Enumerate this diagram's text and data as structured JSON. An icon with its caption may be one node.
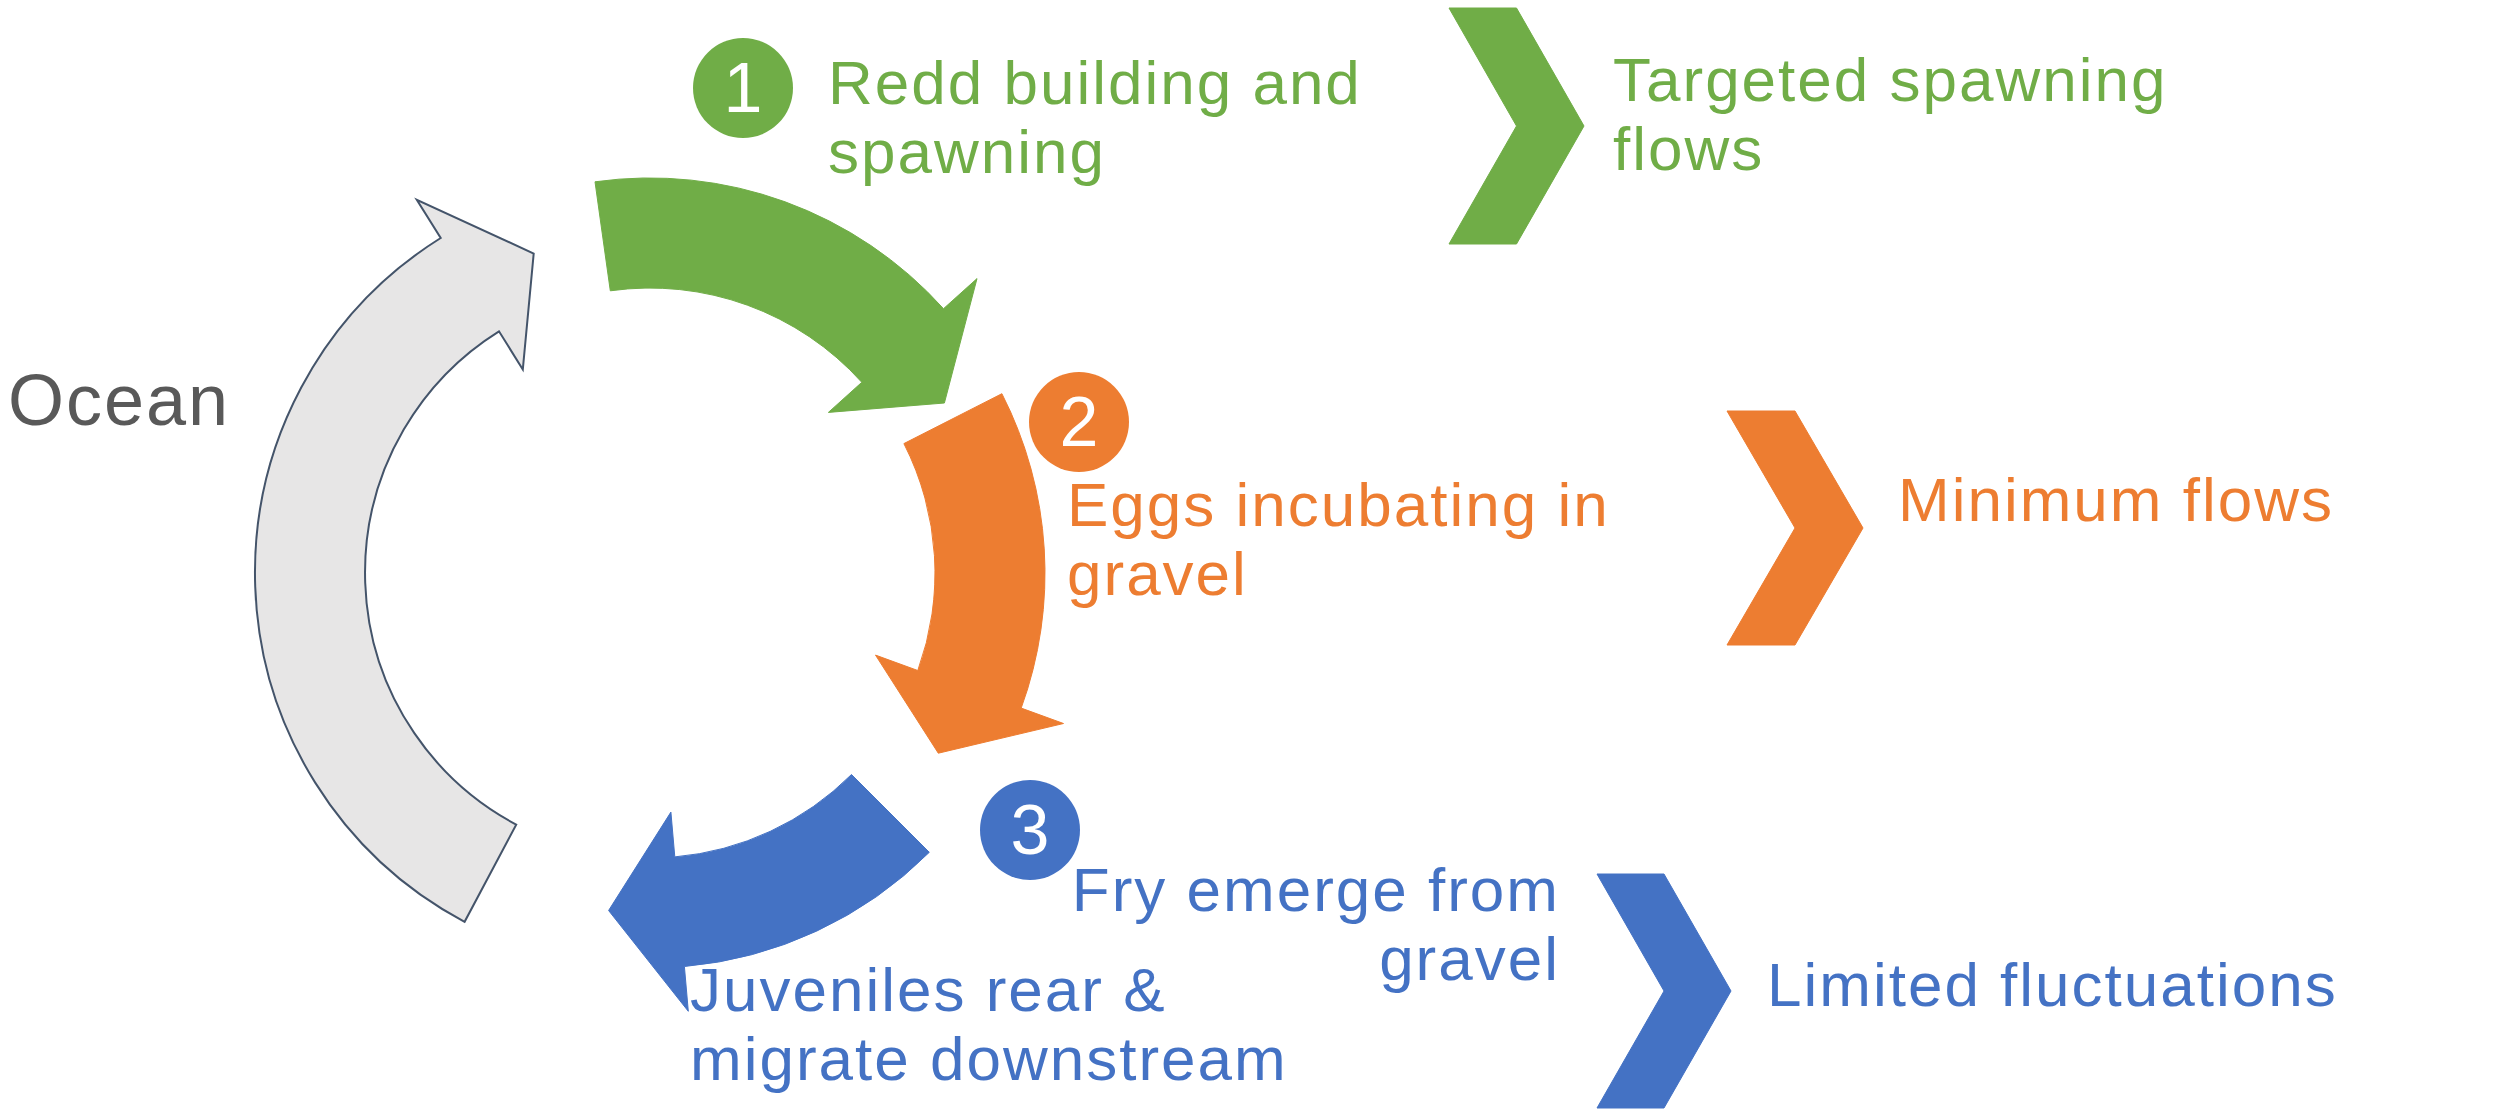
{
  "diagram": {
    "nodes": [
      {
        "text": [
          "Ocean"
        ]
      },
      {
        "text": [
          "1",
          "Redd building and spawning"
        ]
      },
      {
        "text": [
          "Targeted spawning flows"
        ]
      },
      {
        "text": [
          "2",
          "Eggs incubating in gravel"
        ]
      },
      {
        "text": [
          "Minimum flows"
        ]
      },
      {
        "text": [
          "3",
          "Fry emerge from gravel"
        ]
      },
      {
        "text": [
          "Juveniles rear & migrate downstream"
        ]
      },
      {
        "text": [
          "Limited fluctuations"
        ]
      }
    ],
    "edges": [
      {
        "from": 0,
        "to": 1,
        "arrow": "to",
        "color": "#e7e6e6"
      },
      {
        "from": 1,
        "to": 3,
        "arrow": "to",
        "color": "#70ad47"
      },
      {
        "from": 3,
        "to": 5,
        "arrow": "to",
        "color": "#ed7d31"
      },
      {
        "from": 5,
        "to": 6,
        "arrow": "to",
        "color": "#4472c4"
      },
      {
        "from": 1,
        "to": 2,
        "arrow": "to",
        "color": "#70ad47"
      },
      {
        "from": 3,
        "to": 4,
        "arrow": "to",
        "color": "#ed7d31"
      },
      {
        "from": 5,
        "to": 7,
        "arrow": "to",
        "color": "#4472c4"
      }
    ]
  }
}
